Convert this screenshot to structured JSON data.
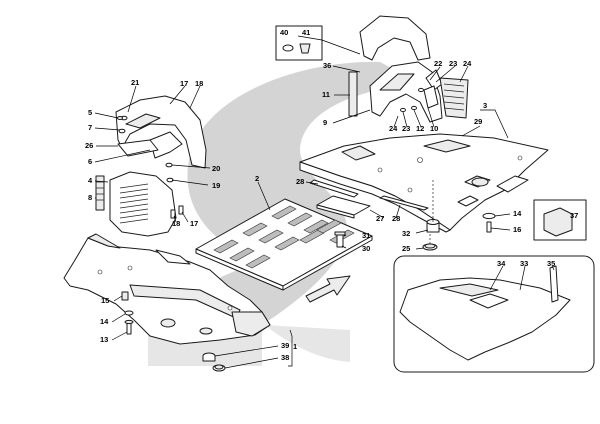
{
  "diagram": {
    "callouts": [
      {
        "id": "c1",
        "text": "1"
      },
      {
        "id": "c2",
        "text": "2"
      },
      {
        "id": "c3",
        "text": "3"
      },
      {
        "id": "c4",
        "text": "4"
      },
      {
        "id": "c5",
        "text": "5"
      },
      {
        "id": "c6",
        "text": "6"
      },
      {
        "id": "c7",
        "text": "7"
      },
      {
        "id": "c8",
        "text": "8"
      },
      {
        "id": "c9",
        "text": "9"
      },
      {
        "id": "c10",
        "text": "10"
      },
      {
        "id": "c11",
        "text": "11"
      },
      {
        "id": "c12",
        "text": "12"
      },
      {
        "id": "c13",
        "text": "13"
      },
      {
        "id": "c14a",
        "text": "14"
      },
      {
        "id": "c14b",
        "text": "14"
      },
      {
        "id": "c15",
        "text": "15"
      },
      {
        "id": "c16",
        "text": "16"
      },
      {
        "id": "c17a",
        "text": "17"
      },
      {
        "id": "c17b",
        "text": "17"
      },
      {
        "id": "c18a",
        "text": "18"
      },
      {
        "id": "c18b",
        "text": "18"
      },
      {
        "id": "c19",
        "text": "19"
      },
      {
        "id": "c20",
        "text": "20"
      },
      {
        "id": "c21",
        "text": "21"
      },
      {
        "id": "c22",
        "text": "22"
      },
      {
        "id": "c23a",
        "text": "23"
      },
      {
        "id": "c23b",
        "text": "23"
      },
      {
        "id": "c24a",
        "text": "24"
      },
      {
        "id": "c24b",
        "text": "24"
      },
      {
        "id": "c25",
        "text": "25"
      },
      {
        "id": "c26",
        "text": "26"
      },
      {
        "id": "c27",
        "text": "27"
      },
      {
        "id": "c28a",
        "text": "28"
      },
      {
        "id": "c28b",
        "text": "28"
      },
      {
        "id": "c29",
        "text": "29"
      },
      {
        "id": "c30",
        "text": "30"
      },
      {
        "id": "c31",
        "text": "31"
      },
      {
        "id": "c32",
        "text": "32"
      },
      {
        "id": "c33",
        "text": "33"
      },
      {
        "id": "c34",
        "text": "34"
      },
      {
        "id": "c35",
        "text": "35"
      },
      {
        "id": "c36",
        "text": "36"
      },
      {
        "id": "c37",
        "text": "37"
      },
      {
        "id": "c38",
        "text": "38"
      },
      {
        "id": "c39",
        "text": "39"
      },
      {
        "id": "c40",
        "text": "40"
      },
      {
        "id": "c41",
        "text": "41"
      }
    ]
  }
}
